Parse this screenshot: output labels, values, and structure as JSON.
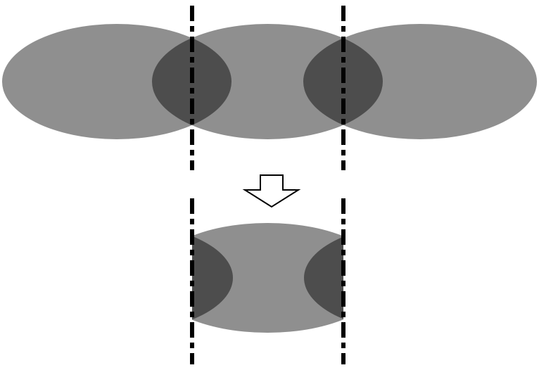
{
  "colors": {
    "background": "#ffffff",
    "ellipse_fill": "#8f8f8f",
    "overlap_fill": "#4d4d4d",
    "dashed_line": "#000000",
    "arrow_fill": "#ffffff",
    "arrow_stroke": "#000000"
  },
  "elements": {
    "top_row": "three-overlapping-ellipses",
    "arrow": "hollow-down-arrow",
    "bottom_row": "cropped-middle-ellipse",
    "boundaries": "two-vertical-dashed-lines"
  }
}
